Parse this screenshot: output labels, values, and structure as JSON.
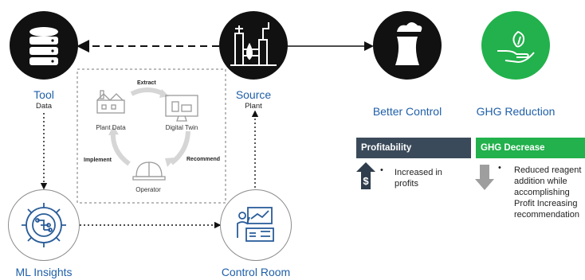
{
  "nodes": {
    "tool": {
      "title": "Tool",
      "subtitle": "Data"
    },
    "source": {
      "title": "Source",
      "subtitle": "Plant"
    },
    "ml_insights": {
      "title": "ML Insights"
    },
    "control_room": {
      "title": "Control Room"
    },
    "better_control": {
      "title": "Better Control"
    },
    "ghg_reduction": {
      "title": "GHG Reduction"
    }
  },
  "cycle": {
    "plant_data": "Plant Data",
    "digital_twin": "Digital Twin",
    "operator": "Operator",
    "extract": "Extract",
    "recommend": "Recommend",
    "implement": "Implement"
  },
  "profitability": {
    "header": "Profitability",
    "bullet": "Increased in profits",
    "color": "#3b4a5a"
  },
  "ghg_decrease": {
    "header": "GHG Decrease",
    "bullet": "Reduced reagent addition while accomplishing Profit Increasing recommendation",
    "color": "#22b14c"
  },
  "icons": [
    "database-icon",
    "factory-icon",
    "cooling-tower-icon",
    "leaf-hand-icon",
    "brain-gear-icon",
    "operator-console-icon",
    "dollar-up-icon",
    "down-arrow-icon",
    "hard-hat-icon",
    "monitor-icon",
    "plant-building-icon"
  ]
}
